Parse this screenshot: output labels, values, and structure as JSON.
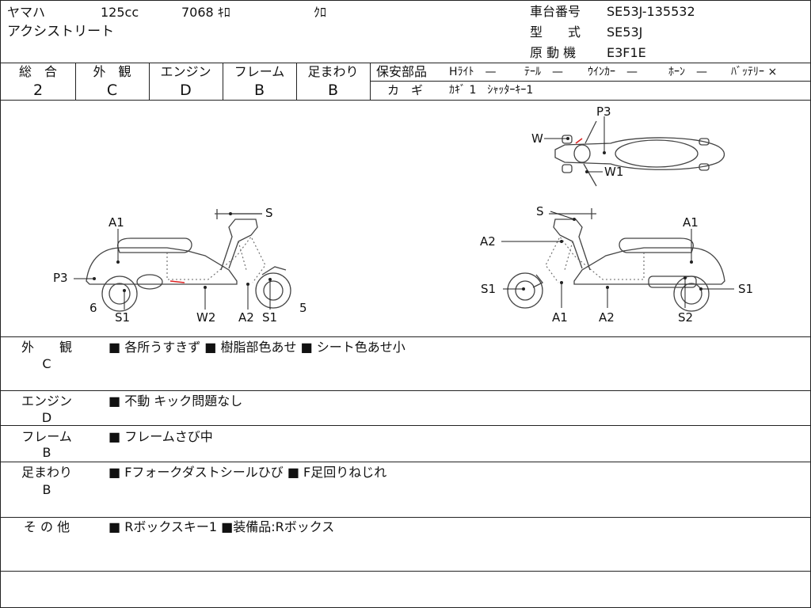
{
  "header": {
    "maker": "ヤマハ",
    "displacement": "125cc",
    "mileage": "7068 ｷﾛ",
    "color": "ｸﾛ",
    "model_name": "アクシストリート",
    "frame_label": "車台番号",
    "frame_no": "SE53J-135532",
    "type_label": "型　　式",
    "type_value": "SE53J",
    "engine_label": "原 動 機",
    "engine_value": "E3F1E"
  },
  "grades": {
    "overall": {
      "label": "総　合",
      "value": "2"
    },
    "exterior": {
      "label": "外　観",
      "value": "C"
    },
    "engine": {
      "label": "エンジン",
      "value": "D"
    },
    "frame": {
      "label": "フレーム",
      "value": "B"
    },
    "suspension": {
      "label": "足まわり",
      "value": "B"
    }
  },
  "safety": {
    "label": "保安部品",
    "headlight": "Hﾗｲﾄ　—",
    "taillight": "ﾃｰﾙ　—",
    "winker": "ｳｲﾝｶｰ　—",
    "horn": "ﾎｰﾝ　—",
    "battery": "ﾊﾞｯﾃﾘｰ ×",
    "key_label": "カ　ギ",
    "key_value": "ｶｷﾞ 1　ｼｬｯﾀｰｷｰ1"
  },
  "diagram_labels": {
    "left": [
      "A1",
      "S",
      "P3",
      "6",
      "S1",
      "W2",
      "A2",
      "S1",
      "5"
    ],
    "right": [
      "S",
      "A1",
      "A2",
      "S1",
      "S1",
      "A1",
      "A2",
      "S2"
    ],
    "top": [
      "P3",
      "W",
      "W1"
    ]
  },
  "remarks": [
    {
      "label": "外　　観",
      "grade": "C",
      "text": "■ 各所うすきず ■ 樹脂部色あせ ■ シート色あせ小"
    },
    {
      "label": "エンジン",
      "grade": "D",
      "text": "■ 不動 キック問題なし"
    },
    {
      "label": "フレーム",
      "grade": "B",
      "text": "■ フレームさび中"
    },
    {
      "label": "足まわり",
      "grade": "B",
      "text": "■ Fフォークダストシールひび ■ F足回りねじれ"
    },
    {
      "label": "そ の 他",
      "grade": "",
      "text": "■ Rボックスキー1 ■装備品:Rボックス"
    }
  ]
}
